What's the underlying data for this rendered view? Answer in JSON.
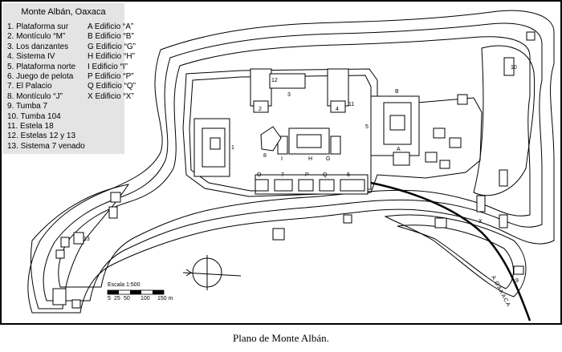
{
  "legend": {
    "title": "Monte Albán, Oaxaca",
    "items": [
      {
        "left": "1. Plataforma sur",
        "right": "A  Edificio “A”"
      },
      {
        "left": "2. Montículo “M”",
        "right": "B  Edificio “B”"
      },
      {
        "left": "3. Los danzantes",
        "right": "G  Edificio “G”"
      },
      {
        "left": "4. Sistema IV",
        "right": "H  Edificio “H”"
      },
      {
        "left": "5. Plataforma norte",
        "right": "I   Edificio “I”"
      },
      {
        "left": "6. Juego de pelota",
        "right": "P  Edificio “P”"
      },
      {
        "left": "7. El Palacio",
        "right": "Q  Edificio “Q”"
      },
      {
        "left": "8. Montículo “J”",
        "right": "X  Edificio “X”"
      },
      {
        "left": "9. Tumba 7",
        "right": ""
      },
      {
        "left": "10. Tumba 104",
        "right": ""
      },
      {
        "left": "11. Estela 18",
        "right": ""
      },
      {
        "left": "12. Estelas 12 y 13",
        "right": ""
      },
      {
        "left": "13. Sistema 7 venado",
        "right": ""
      }
    ]
  },
  "map_labels": {
    "l1": "1",
    "l2": "2",
    "l3": "3",
    "l4": "4",
    "l5": "5",
    "l6": "6",
    "l7": "7",
    "l8": "8",
    "l9": "9",
    "l10": "10",
    "l11": "11",
    "l12": "12",
    "l13": "13",
    "lA": "A",
    "lB": "B",
    "lG": "G",
    "lH": "H",
    "lI": "I",
    "lP": "P",
    "lQ": "Q",
    "lX": "X",
    "lO": "O"
  },
  "scale": {
    "title": "Escala 1:500",
    "ticks": [
      "5",
      "25",
      "50",
      "100",
      "150 m"
    ]
  },
  "road_label": "A OAXACA",
  "caption": "Plano de Monte Albán.",
  "colors": {
    "legend_bg": "#e4e4e4",
    "ink": "#000000",
    "background": "#ffffff"
  }
}
